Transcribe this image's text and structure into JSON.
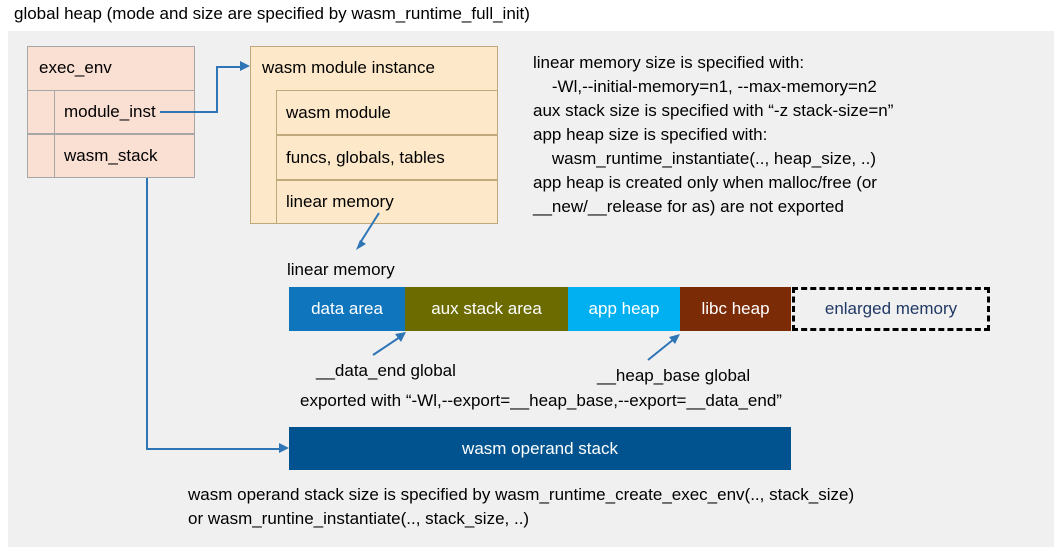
{
  "title": "global heap (mode and size are specified by wasm_runtime_full_init)",
  "colors": {
    "panel_bg": "#f0f0f0",
    "exec_env_fill": "#fadfd3",
    "exec_env_border": "#a6a6a6",
    "module_fill": "#fde9c9",
    "module_border": "#bfa97a",
    "connector": "#2e75b6",
    "data_area": "#0f76bd",
    "aux_stack_area": "#6b6b00",
    "app_heap": "#00b0f0",
    "libc_heap": "#7b2b06",
    "enlarged_memory_text": "#1f3864",
    "operand_stack": "#00538f"
  },
  "exec_env": {
    "header": "exec_env",
    "fields": [
      {
        "label": "module_inst"
      },
      {
        "label": "wasm_stack"
      }
    ]
  },
  "module_instance": {
    "header": "wasm module instance",
    "fields": [
      {
        "label": "wasm module"
      },
      {
        "label": "funcs, globals, tables"
      },
      {
        "label": "linear memory"
      }
    ]
  },
  "notes": {
    "right_block": "linear memory size is specified with:\n    -Wl,--initial-memory=n1, --max-memory=n2\naux stack size is specified with “-z stack-size=n”\napp heap size is specified with:\n    wasm_runtime_instantiate(.., heap_size, ..)\napp heap is created only when malloc/free (or\n__new/__release for as) are not exported"
  },
  "linear_memory": {
    "caption": "linear memory",
    "segments": [
      {
        "label": "data area",
        "color": "#0f76bd"
      },
      {
        "label": "aux stack area",
        "color": "#6b6b00"
      },
      {
        "label": "app heap",
        "color": "#00b0f0"
      },
      {
        "label": "libc heap",
        "color": "#7b2b06"
      },
      {
        "label": "enlarged memory",
        "color": "#f0f0f0",
        "style": "dashed"
      }
    ],
    "annotations": {
      "data_end": "__data_end global",
      "heap_base": "__heap_base global",
      "exported_with": "exported with “-Wl,--export=__heap_base,--export=__data_end”"
    }
  },
  "operand_stack": {
    "label": "wasm operand stack",
    "note": "wasm operand stack size is specified by wasm_runtime_create_exec_env(.., stack_size)\nor wasm_runtine_instantiate(.., stack_size, ..)"
  }
}
